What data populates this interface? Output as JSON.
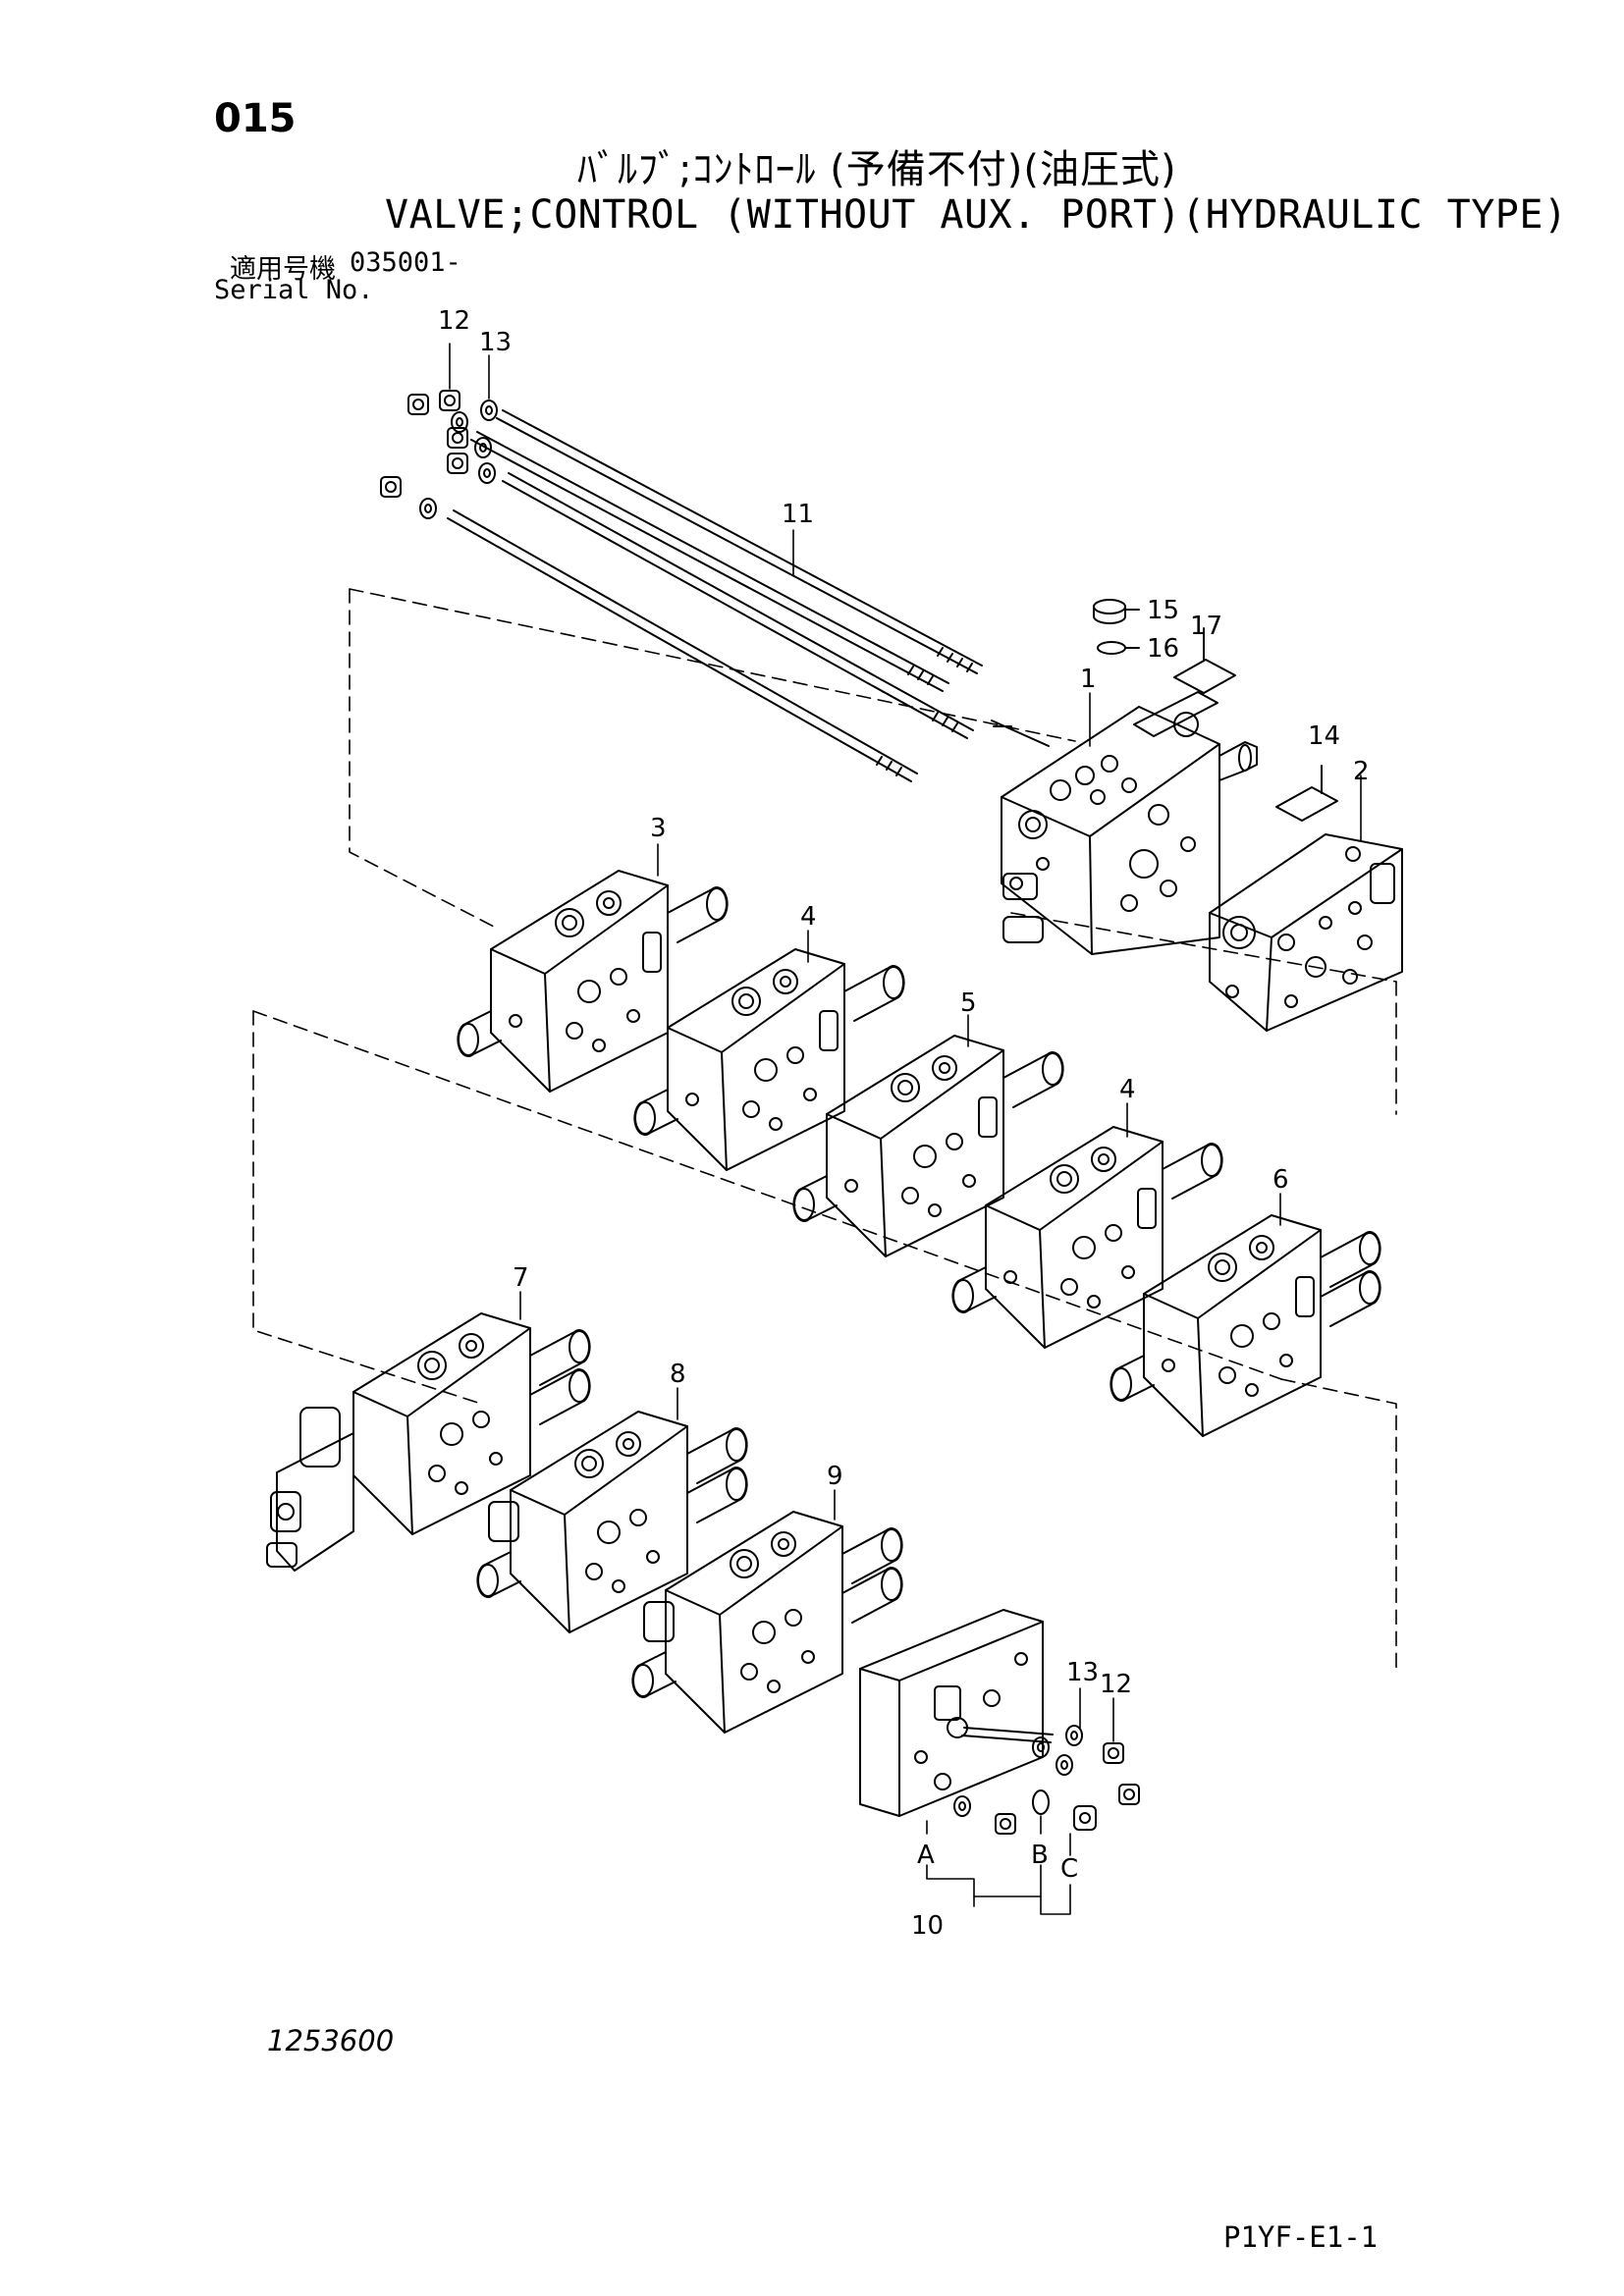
{
  "page": {
    "page_number": "015",
    "title_jp": "ﾊﾞﾙﾌﾞ;ｺﾝﾄﾛｰﾙ (予備不付)(油圧式)",
    "title_en": "VALVE;CONTROL (WITHOUT AUX. PORT)(HYDRAULIC TYPE)",
    "serial_label_jp": "適用号機",
    "serial_value": "035001-",
    "serial_label_en": "Serial No.",
    "figure_number": "1253600",
    "sheet_ref": "P1YF-E1-1"
  },
  "callouts": {
    "c1": "1",
    "c2": "2",
    "c3": "3",
    "c4a": "4",
    "c4b": "4",
    "c5": "5",
    "c6": "6",
    "c7": "7",
    "c8": "8",
    "c9": "9",
    "c10": "10",
    "c11": "11",
    "c12a": "12",
    "c12b": "12",
    "c13a": "13",
    "c13b": "13",
    "c14": "14",
    "c15": "15",
    "c16": "16",
    "c17": "17",
    "cA": "A",
    "cB": "B",
    "cC": "C"
  },
  "colors": {
    "ink": "#000000",
    "paper": "#ffffff"
  }
}
